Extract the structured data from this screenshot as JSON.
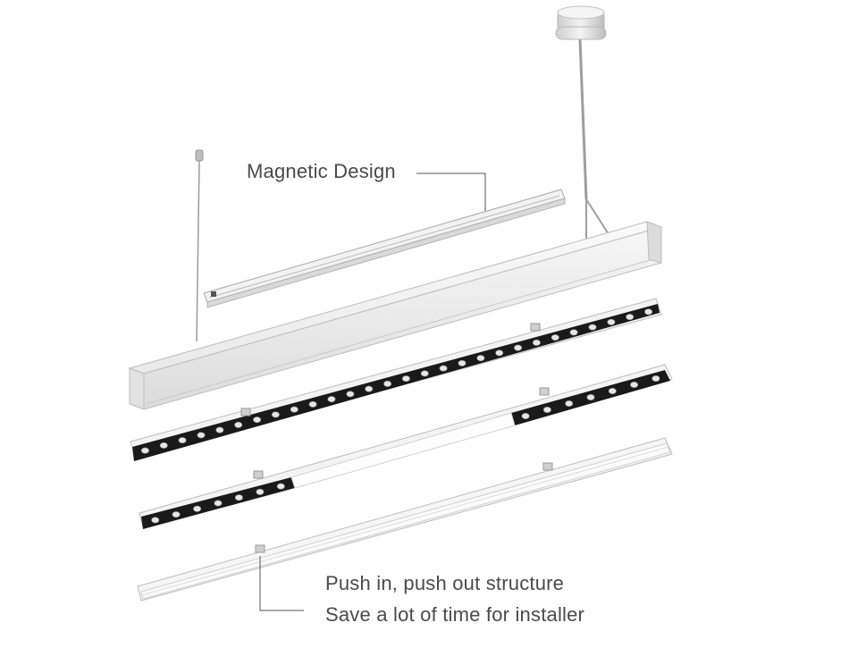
{
  "annotations": {
    "magnetic": "Magnetic Design",
    "push_line1": "Push in, push out structure",
    "push_line2": "Save a lot of time for installer"
  },
  "colors": {
    "housing": "#f4f4f4",
    "housing_shadow": "#d6d6d6",
    "led_panel": "#1a1a1a",
    "led_dot": "#e6e6e6",
    "cable": "#9a9a9a",
    "leader_line": "#555555"
  },
  "modules": {
    "spot_count_full": 28,
    "spot_count_left": 7,
    "spot_count_right": 7
  }
}
